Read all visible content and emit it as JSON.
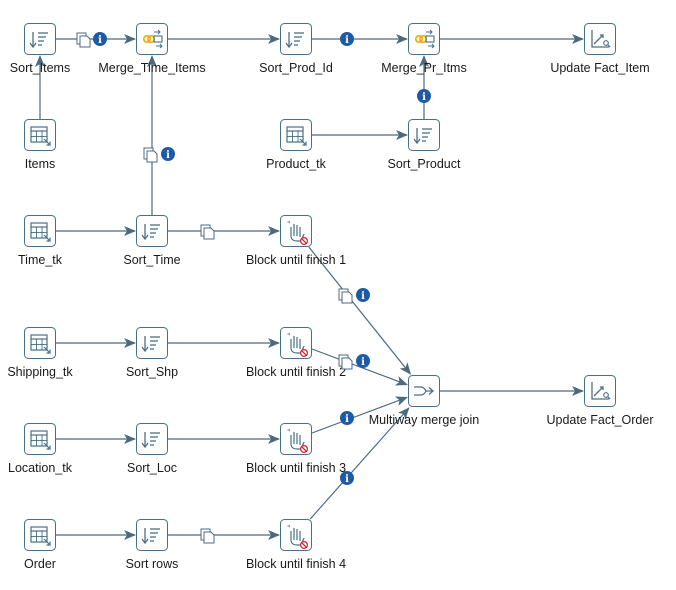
{
  "colors": {
    "hop": "#4d6b80",
    "border": "#4a6f86",
    "info": "#1f5aa6",
    "error": "#d2232a",
    "lookup": "#f2a900"
  },
  "steps": [
    {
      "id": "sort_items",
      "label": "Sort_Items",
      "icon": "sort-icon"
    },
    {
      "id": "merge_time_items",
      "label": "Merge_Time_Items",
      "icon": "merge-join-icon"
    },
    {
      "id": "sort_prod_id",
      "label": "Sort_Prod_Id",
      "icon": "sort-icon"
    },
    {
      "id": "merge_pr_itms",
      "label": "Merge_Pr_Itms",
      "icon": "merge-join-icon"
    },
    {
      "id": "update_fact_item",
      "label": "Update Fact_Item",
      "icon": "insert-update-icon"
    },
    {
      "id": "items",
      "label": "Items",
      "icon": "table-input-icon"
    },
    {
      "id": "product_tk",
      "label": "Product_tk",
      "icon": "table-input-icon"
    },
    {
      "id": "sort_product",
      "label": "Sort_Product",
      "icon": "sort-icon"
    },
    {
      "id": "time_tk",
      "label": "Time_tk",
      "icon": "table-input-icon"
    },
    {
      "id": "sort_time",
      "label": "Sort_Time",
      "icon": "sort-icon"
    },
    {
      "id": "block1",
      "label": "Block until finish 1",
      "icon": "block-icon"
    },
    {
      "id": "shipping_tk",
      "label": "Shipping_tk",
      "icon": "table-input-icon"
    },
    {
      "id": "sort_shp",
      "label": "Sort_Shp",
      "icon": "sort-icon"
    },
    {
      "id": "block2",
      "label": "Block until finish 2",
      "icon": "block-icon"
    },
    {
      "id": "multiway",
      "label": "Multiway merge join",
      "icon": "multiway-merge-icon"
    },
    {
      "id": "update_fact_order",
      "label": "Update Fact_Order",
      "icon": "insert-update-icon"
    },
    {
      "id": "location_tk",
      "label": "Location_tk",
      "icon": "table-input-icon"
    },
    {
      "id": "sort_loc",
      "label": "Sort_Loc",
      "icon": "sort-icon"
    },
    {
      "id": "block3",
      "label": "Block until finish 3",
      "icon": "block-icon"
    },
    {
      "id": "order",
      "label": "Order",
      "icon": "table-input-icon"
    },
    {
      "id": "sort_rows",
      "label": "Sort rows",
      "icon": "sort-icon"
    },
    {
      "id": "block4",
      "label": "Block until finish 4",
      "icon": "block-icon"
    }
  ],
  "hops": [
    {
      "from": "items",
      "to": "sort_items"
    },
    {
      "from": "sort_items",
      "to": "merge_time_items"
    },
    {
      "from": "sort_time",
      "to": "merge_time_items"
    },
    {
      "from": "merge_time_items",
      "to": "sort_prod_id"
    },
    {
      "from": "sort_prod_id",
      "to": "merge_pr_itms"
    },
    {
      "from": "sort_product",
      "to": "merge_pr_itms"
    },
    {
      "from": "merge_pr_itms",
      "to": "update_fact_item"
    },
    {
      "from": "product_tk",
      "to": "sort_product"
    },
    {
      "from": "time_tk",
      "to": "sort_time"
    },
    {
      "from": "sort_time",
      "to": "block1"
    },
    {
      "from": "shipping_tk",
      "to": "sort_shp"
    },
    {
      "from": "sort_shp",
      "to": "block2"
    },
    {
      "from": "location_tk",
      "to": "sort_loc"
    },
    {
      "from": "sort_loc",
      "to": "block3"
    },
    {
      "from": "order",
      "to": "sort_rows"
    },
    {
      "from": "sort_rows",
      "to": "block4"
    },
    {
      "from": "block1",
      "to": "multiway"
    },
    {
      "from": "block2",
      "to": "multiway"
    },
    {
      "from": "block3",
      "to": "multiway"
    },
    {
      "from": "block4",
      "to": "multiway"
    },
    {
      "from": "multiway",
      "to": "update_fact_order"
    }
  ],
  "info_glyph": "i"
}
